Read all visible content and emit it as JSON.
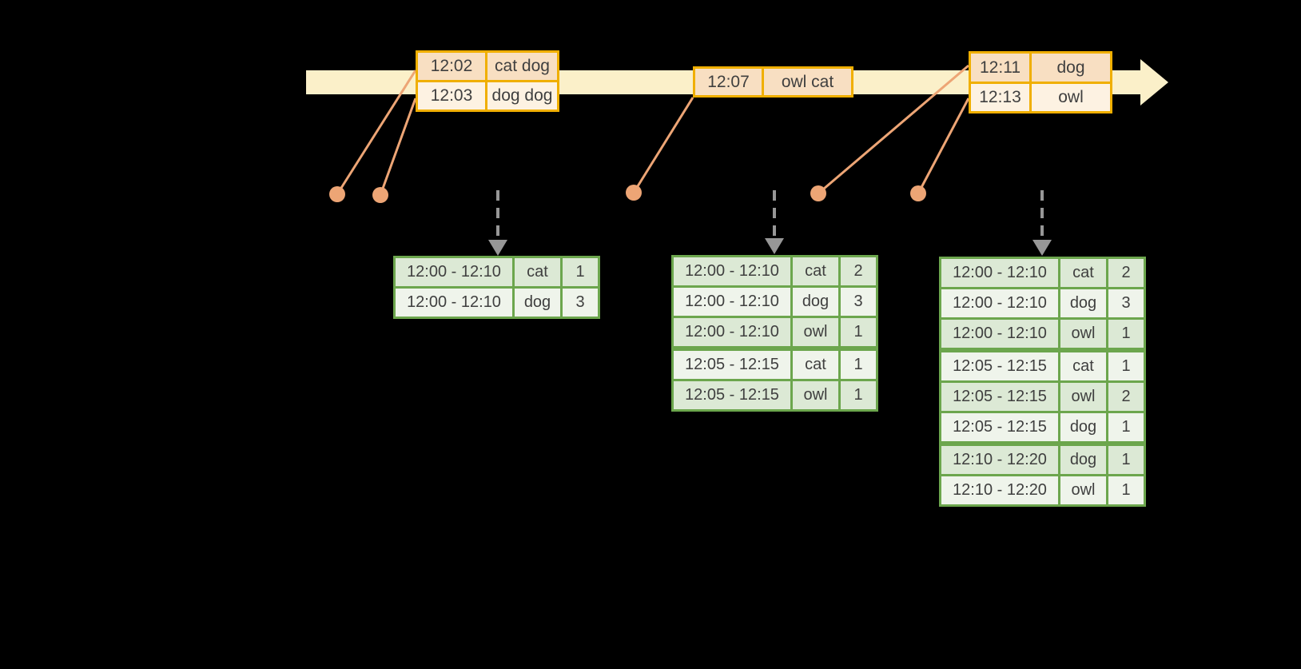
{
  "colors": {
    "background": "#000000",
    "band": "#FBF0C9",
    "gold": "#F0AF00",
    "peach_dark": "#F8DFC2",
    "peach_light": "#FDF2E2",
    "salmon": "#EDA575",
    "green": "#6CA64D",
    "green_dark": "#DCE9D5",
    "green_light": "#EFF4EB",
    "gray": "#979797",
    "text": "#3F3F3F"
  },
  "event_tables": [
    {
      "rows": [
        {
          "time": "12:02",
          "words": "cat dog"
        },
        {
          "time": "12:03",
          "words": "dog dog"
        }
      ]
    },
    {
      "rows": [
        {
          "time": "12:07",
          "words": "owl cat"
        }
      ]
    },
    {
      "rows": [
        {
          "time": "12:11",
          "words": "dog"
        },
        {
          "time": "12:13",
          "words": "owl"
        }
      ]
    }
  ],
  "result_tables": [
    {
      "rows": [
        {
          "window": "12:00 - 12:10",
          "word": "cat",
          "count": "1"
        },
        {
          "window": "12:00 - 12:10",
          "word": "dog",
          "count": "3"
        }
      ]
    },
    {
      "rows": [
        {
          "window": "12:00 - 12:10",
          "word": "cat",
          "count": "2"
        },
        {
          "window": "12:00 - 12:10",
          "word": "dog",
          "count": "3"
        },
        {
          "window": "12:00 - 12:10",
          "word": "owl",
          "count": "1"
        },
        {
          "window": "12:05 - 12:15",
          "word": "cat",
          "count": "1"
        },
        {
          "window": "12:05 - 12:15",
          "word": "owl",
          "count": "1"
        }
      ]
    },
    {
      "rows": [
        {
          "window": "12:00 - 12:10",
          "word": "cat",
          "count": "2"
        },
        {
          "window": "12:00 - 12:10",
          "word": "dog",
          "count": "3"
        },
        {
          "window": "12:00 - 12:10",
          "word": "owl",
          "count": "1"
        },
        {
          "window": "12:05 - 12:15",
          "word": "cat",
          "count": "1"
        },
        {
          "window": "12:05 - 12:15",
          "word": "owl",
          "count": "2"
        },
        {
          "window": "12:05 - 12:15",
          "word": "dog",
          "count": "1"
        },
        {
          "window": "12:10 - 12:20",
          "word": "dog",
          "count": "1"
        },
        {
          "window": "12:10 - 12:20",
          "word": "owl",
          "count": "1"
        }
      ]
    }
  ]
}
